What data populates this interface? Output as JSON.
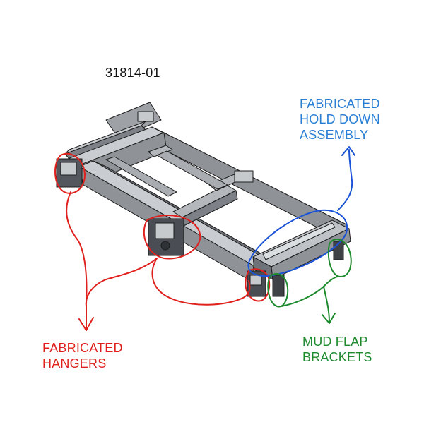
{
  "part_number": "31814-01",
  "colors": {
    "red": "#e0201c",
    "blue": "#1a52d8",
    "blue_text": "#2a7fd4",
    "green": "#1e8a2e",
    "steel": "#8f9398",
    "steel_dark": "#4a4e54",
    "steel_light": "#c6c9cd",
    "outline": "#1c1c1c"
  },
  "callouts": {
    "hold_down": {
      "lines": [
        "FABRICATED",
        "HOLD DOWN",
        "ASSEMBLY"
      ]
    },
    "hangers": {
      "lines": [
        "FABRICATED",
        "HANGERS"
      ]
    },
    "mud_flap": {
      "lines": [
        "MUD FLAP",
        "BRACKETS"
      ]
    }
  }
}
